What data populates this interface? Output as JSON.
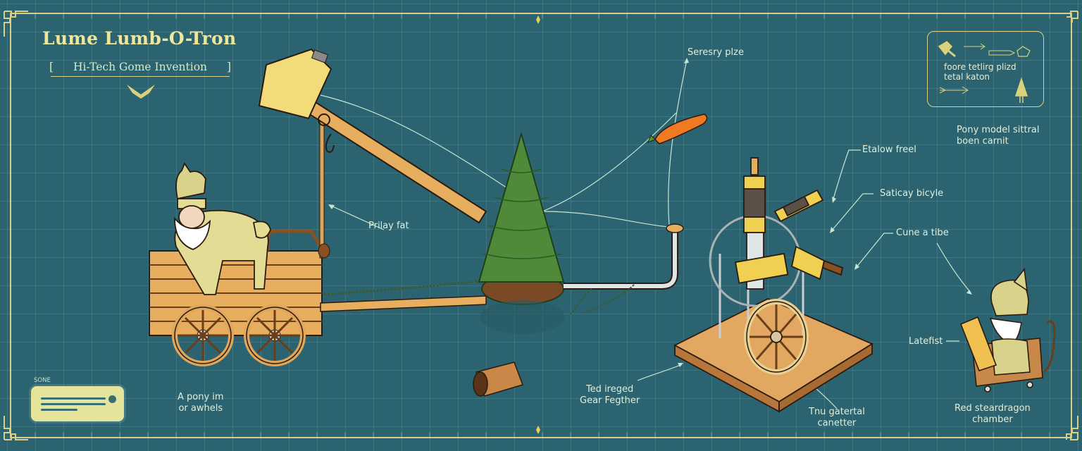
{
  "header": {
    "title": "Lume Lumb-O-Tron",
    "subtitle": "Hi-Tech Gome Invention",
    "bracket_left": "[",
    "bracket_right": "]"
  },
  "legend": {
    "text_line1": "foore tetlirg plizd",
    "text_line2": "tetal katon",
    "icons": [
      "axe-icon",
      "arrow-right-icon",
      "feather-icon",
      "stone-icon",
      "arrow-right-icon",
      "tree-icon"
    ]
  },
  "annotations": {
    "serenity_prize": "Seresry plze",
    "pulley_flat": "Prilay fat",
    "pony_model_line1": "Pony model sittral",
    "pony_model_line2": "boen carnit",
    "etailow_free": "Etalow freel",
    "stationary_bicycle": "Saticay bicyle",
    "cune_tube": "Cune a tibe",
    "latefist": "Latefist",
    "pony_wheels_line1": "A pony im",
    "pony_wheels_line2": "or awhels",
    "red_gear_line1": "Ted ireged",
    "red_gear_line2": "Gear Fegther",
    "generator_line1": "Tnu gatertal",
    "generator_line2": "canetter",
    "steamdragon_line1": "Red steardragon",
    "steamdragon_line2": "chamber"
  },
  "note": {
    "tag": "SONE"
  },
  "colors": {
    "background": "#2b6370",
    "grid": "#6fa3aa",
    "frame": "#d9cf8a",
    "title": "#eee79a",
    "label": "#e2eed7",
    "wood": "#e0a65a",
    "tree": "#4f8a3a",
    "carrot": "#f07a22",
    "brass": "#e8cf58"
  }
}
